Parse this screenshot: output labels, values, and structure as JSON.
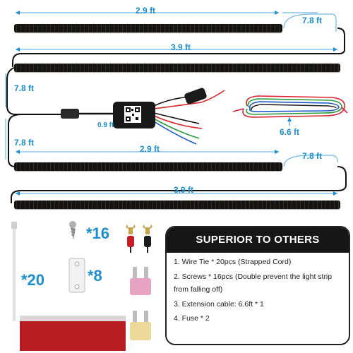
{
  "dimensions": {
    "strip1_length": "2.9 ft",
    "cable1_length": "7.8 ft",
    "strip2_length": "3.9 ft",
    "cable_left_top": "7.8 ft",
    "controller_lead": "0.9 ft",
    "extension_length": "6.6 ft",
    "cable_left_bottom": "7.8 ft",
    "strip3_length": "2.9 ft",
    "cable3_length": "7.8 ft",
    "strip4_length": "3.9 ft"
  },
  "accessories": {
    "wire_tie_count": "*20",
    "screw_count": "*16",
    "clip_count": "*8"
  },
  "panel": {
    "title": "SUPERIOR TO OTHERS",
    "items": [
      "1. Wire Tie * 20pcs (Strapped Cord)",
      "2. Screws * 16pcs (Double prevent the light strip from falling off)",
      "3. Extension cable: 6.6ft * 1",
      "4. Fuse * 2"
    ]
  },
  "colors": {
    "dimension_blue": "#1a8fd1",
    "strip_black": "#141414",
    "panel_header": "#161616"
  }
}
